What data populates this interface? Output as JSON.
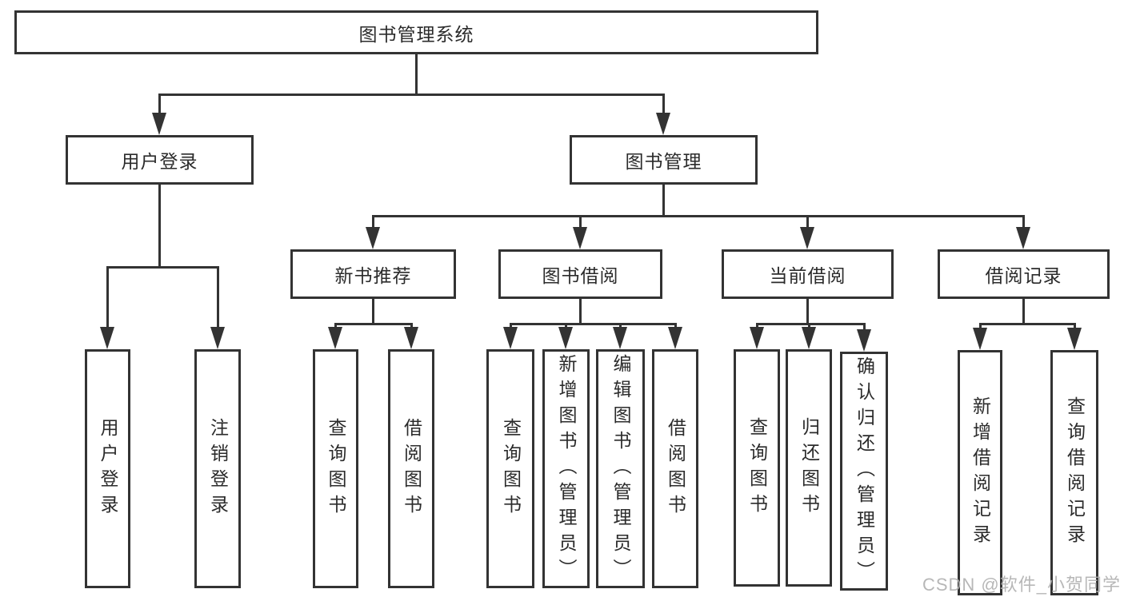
{
  "diagram": {
    "root": {
      "label": "图书管理系统"
    },
    "user_login": {
      "label": "用户登录",
      "children": [
        {
          "label": "用户登录"
        },
        {
          "label": "注销登录"
        }
      ]
    },
    "book_management": {
      "label": "图书管理",
      "sections": [
        {
          "label": "新书推荐",
          "children": [
            {
              "label": "查询图书"
            },
            {
              "label": "借阅图书"
            }
          ]
        },
        {
          "label": "图书借阅",
          "children": [
            {
              "label": "查询图书"
            },
            {
              "label": "新增图书（管理员）"
            },
            {
              "label": "编辑图书（管理员）"
            },
            {
              "label": "借阅图书"
            }
          ]
        },
        {
          "label": "当前借阅",
          "children": [
            {
              "label": "查询图书"
            },
            {
              "label": "归还图书"
            },
            {
              "label": "确认归还（管理员）"
            }
          ]
        },
        {
          "label": "借阅记录",
          "children": [
            {
              "label": "新增借阅记录"
            },
            {
              "label": "查询借阅记录"
            }
          ]
        }
      ]
    }
  },
  "watermark": {
    "text": "CSDN @软件_小贺同学",
    "color": "#b0b0b0"
  },
  "colors": {
    "line": "#333333",
    "text": "#2b2b2b",
    "background": "#ffffff",
    "box_background": "#ffffff"
  }
}
